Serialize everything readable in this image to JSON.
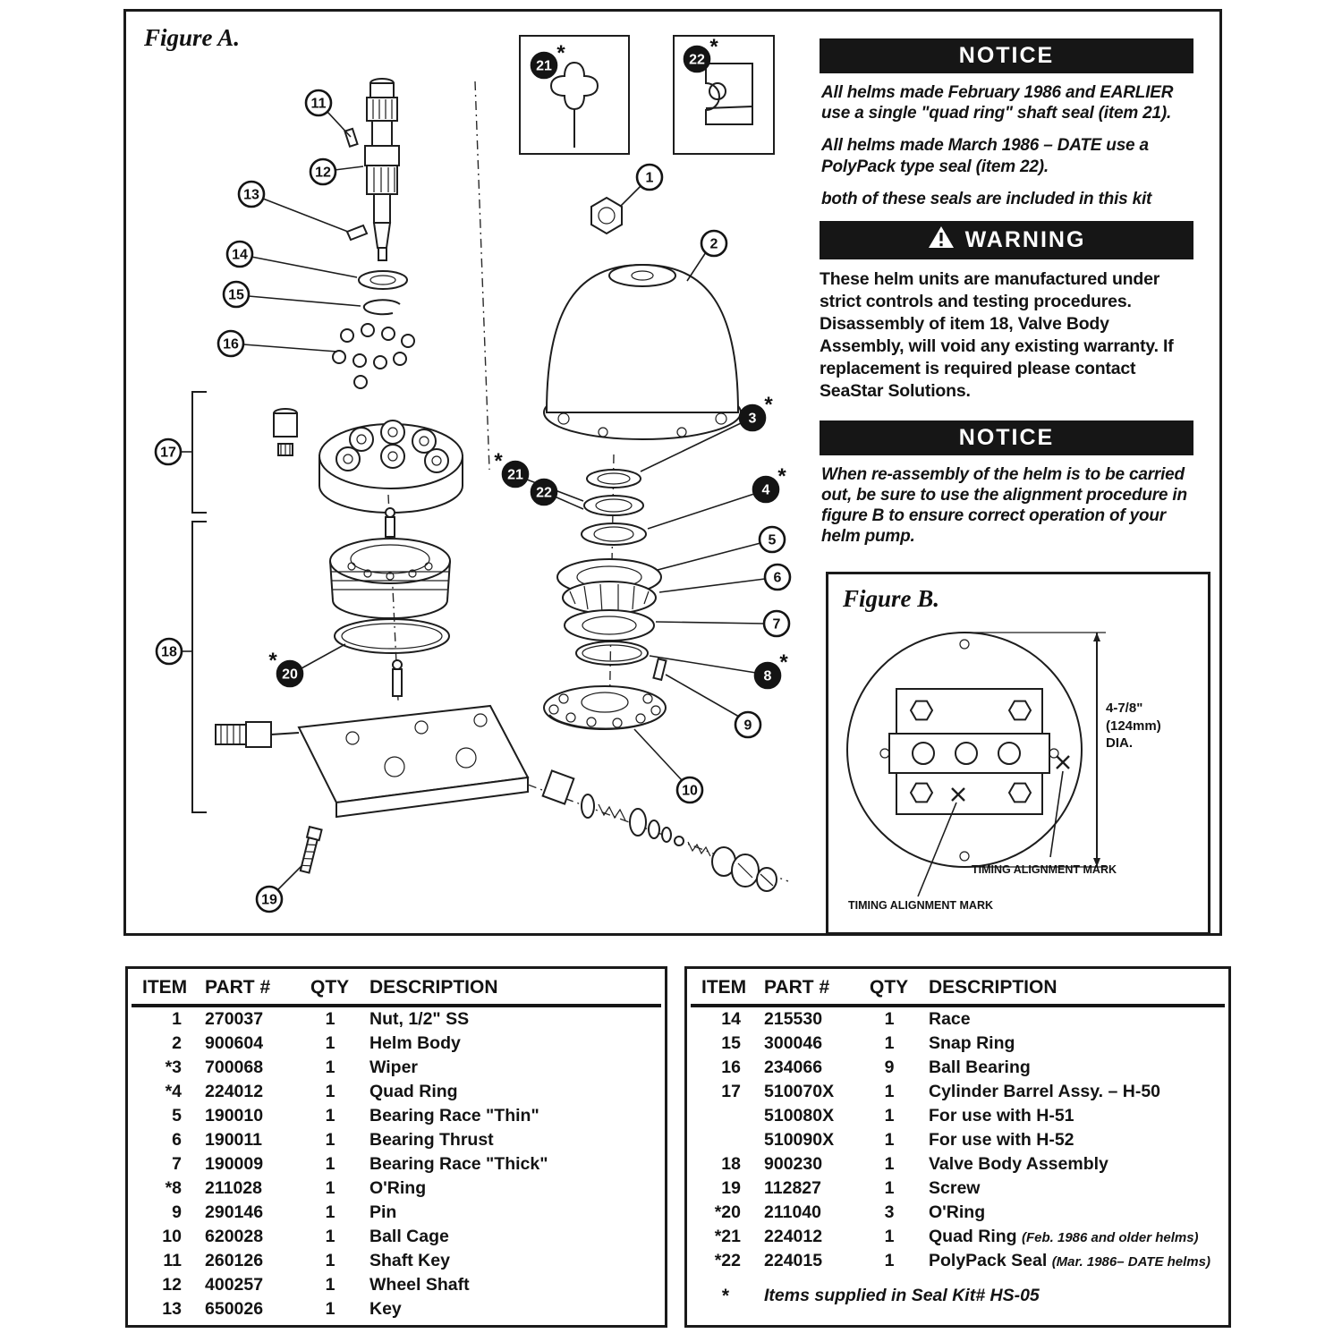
{
  "figure_a": {
    "label": "Figure A.",
    "star_glyph": "*",
    "insets": [
      {
        "label": "21",
        "star": "*"
      },
      {
        "label": "22",
        "star": "*"
      }
    ],
    "callouts": [
      {
        "label": "1",
        "filled": false,
        "starred": false
      },
      {
        "label": "2",
        "filled": false,
        "starred": false
      },
      {
        "label": "3",
        "filled": true,
        "starred": true
      },
      {
        "label": "4",
        "filled": true,
        "starred": true
      },
      {
        "label": "5",
        "filled": false,
        "starred": false
      },
      {
        "label": "6",
        "filled": false,
        "starred": false
      },
      {
        "label": "7",
        "filled": false,
        "starred": false
      },
      {
        "label": "8",
        "filled": true,
        "starred": true
      },
      {
        "label": "9",
        "filled": false,
        "starred": false
      },
      {
        "label": "10",
        "filled": false,
        "starred": false
      },
      {
        "label": "11",
        "filled": false,
        "starred": false
      },
      {
        "label": "12",
        "filled": false,
        "starred": false
      },
      {
        "label": "13",
        "filled": false,
        "starred": false
      },
      {
        "label": "14",
        "filled": false,
        "starred": false
      },
      {
        "label": "15",
        "filled": false,
        "starred": false
      },
      {
        "label": "16",
        "filled": false,
        "starred": false
      },
      {
        "label": "17",
        "filled": false,
        "starred": false
      },
      {
        "label": "18",
        "filled": false,
        "starred": false
      },
      {
        "label": "19",
        "filled": false,
        "starred": false
      },
      {
        "label": "20",
        "filled": true,
        "starred": true
      },
      {
        "label": "21",
        "filled": true,
        "starred": true
      },
      {
        "label": "22",
        "filled": true,
        "starred": false
      }
    ]
  },
  "notices": {
    "notice_top": {
      "title": "NOTICE",
      "paragraphs": [
        "All helms made February 1986 and EARLIER use a single \"quad ring\" shaft seal (item 21).",
        "All helms made March 1986 – DATE use a PolyPack type seal (item 22).",
        "both of these seals are included in this kit"
      ]
    },
    "warning": {
      "title": "WARNING",
      "text": "These helm units are manufactured under strict controls and testing procedures. Disassembly of item 18, Valve Body Assembly, will void any existing warranty. If replacement is required please contact SeaStar Solutions."
    },
    "notice_bottom": {
      "title": "NOTICE",
      "text": "When re-assembly of the helm is to be carried out, be sure to use the alignment procedure in figure B to ensure correct operation of your helm pump."
    }
  },
  "figure_b": {
    "label": "Figure B.",
    "dimension": "4-7/8\"\n(124mm)\nDIA.",
    "timing_mark_label_1": "TIMING ALIGNMENT MARK",
    "timing_mark_label_2": "TIMING ALIGNMENT MARK"
  },
  "parts_table_left": {
    "headers": [
      "ITEM",
      "PART #",
      "QTY",
      "DESCRIPTION"
    ],
    "rows": [
      {
        "item": "1",
        "part": "270037",
        "qty": "1",
        "desc": "Nut, 1/2\" SS"
      },
      {
        "item": "2",
        "part": "900604",
        "qty": "1",
        "desc": "Helm Body"
      },
      {
        "item": "*3",
        "part": "700068",
        "qty": "1",
        "desc": "Wiper"
      },
      {
        "item": "*4",
        "part": "224012",
        "qty": "1",
        "desc": "Quad Ring"
      },
      {
        "item": "5",
        "part": "190010",
        "qty": "1",
        "desc": "Bearing Race \"Thin\""
      },
      {
        "item": "6",
        "part": "190011",
        "qty": "1",
        "desc": "Bearing Thrust"
      },
      {
        "item": "7",
        "part": "190009",
        "qty": "1",
        "desc": "Bearing Race \"Thick\""
      },
      {
        "item": "*8",
        "part": "211028",
        "qty": "1",
        "desc": "O'Ring"
      },
      {
        "item": "9",
        "part": "290146",
        "qty": "1",
        "desc": "Pin"
      },
      {
        "item": "10",
        "part": "620028",
        "qty": "1",
        "desc": "Ball Cage"
      },
      {
        "item": "11",
        "part": "260126",
        "qty": "1",
        "desc": "Shaft Key"
      },
      {
        "item": "12",
        "part": "400257",
        "qty": "1",
        "desc": "Wheel Shaft"
      },
      {
        "item": "13",
        "part": "650026",
        "qty": "1",
        "desc": "Key"
      }
    ]
  },
  "parts_table_right": {
    "headers": [
      "ITEM",
      "PART #",
      "QTY",
      "DESCRIPTION"
    ],
    "rows": [
      {
        "item": "14",
        "part": "215530",
        "qty": "1",
        "desc": "Race",
        "note": ""
      },
      {
        "item": "15",
        "part": "300046",
        "qty": "1",
        "desc": "Snap Ring",
        "note": ""
      },
      {
        "item": "16",
        "part": "234066",
        "qty": "9",
        "desc": "Ball Bearing",
        "note": ""
      },
      {
        "item": "17",
        "part": "510070X",
        "qty": "1",
        "desc": "Cylinder Barrel Assy. – H-50",
        "note": ""
      },
      {
        "item": "",
        "part": "510080X",
        "qty": "1",
        "desc": "For use with H-51",
        "note": ""
      },
      {
        "item": "",
        "part": "510090X",
        "qty": "1",
        "desc": "For use with H-52",
        "note": ""
      },
      {
        "item": "18",
        "part": "900230",
        "qty": "1",
        "desc": "Valve Body Assembly",
        "note": ""
      },
      {
        "item": "19",
        "part": "112827",
        "qty": "1",
        "desc": "Screw",
        "note": ""
      },
      {
        "item": "*20",
        "part": "211040",
        "qty": "3",
        "desc": "O'Ring",
        "note": ""
      },
      {
        "item": "*21",
        "part": "224012",
        "qty": "1",
        "desc": "Quad Ring",
        "note": "(Feb. 1986 and older helms)"
      },
      {
        "item": "*22",
        "part": "224015",
        "qty": "1",
        "desc": "PolyPack Seal",
        "note": "(Mar. 1986– DATE helms)"
      }
    ],
    "footnote_star": "*",
    "footnote": "Items supplied in Seal Kit# HS-05"
  }
}
